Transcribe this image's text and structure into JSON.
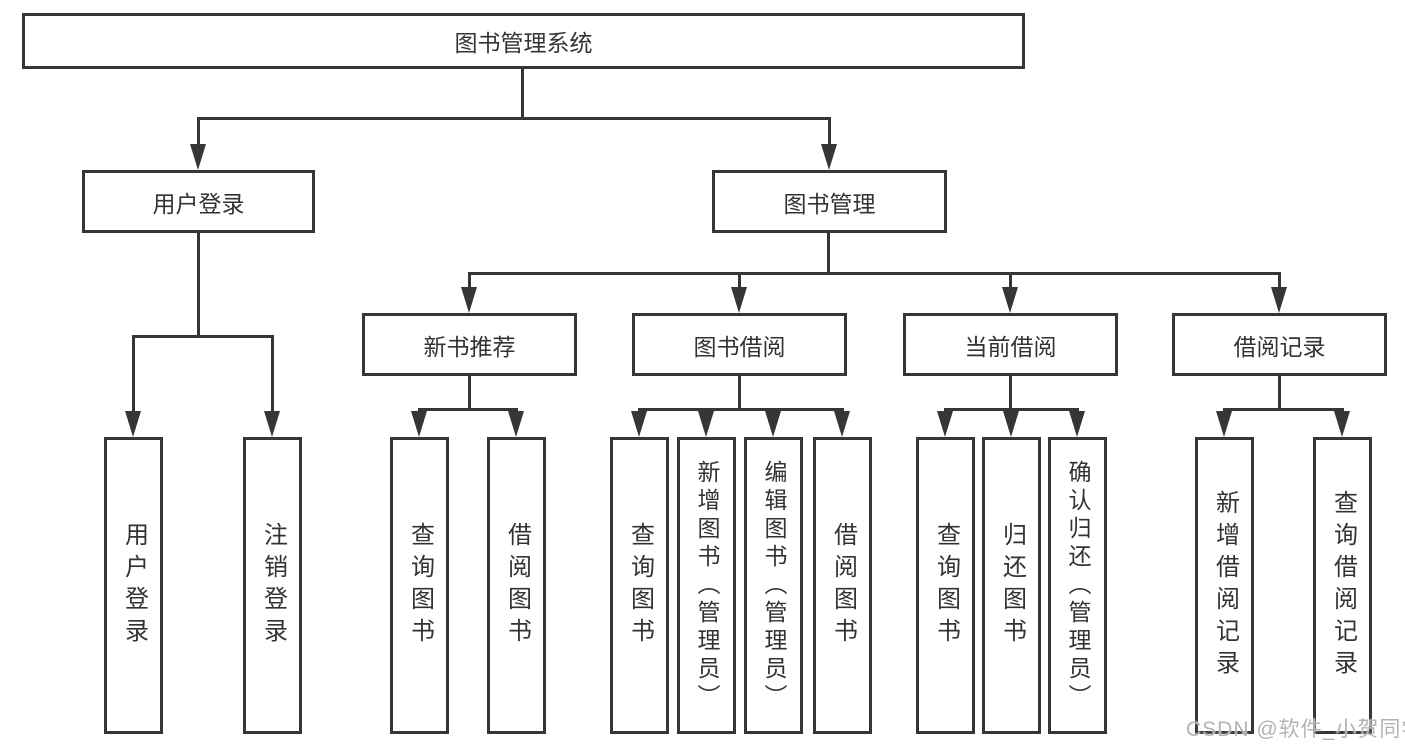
{
  "diagram": {
    "root": {
      "label": "图书管理系统"
    },
    "level2": [
      {
        "label": "用户登录"
      },
      {
        "label": "图书管理"
      }
    ],
    "level3": [
      {
        "label": "新书推荐"
      },
      {
        "label": "图书借阅"
      },
      {
        "label": "当前借阅"
      },
      {
        "label": "借阅记录"
      }
    ],
    "leaves": {
      "user": [
        {
          "label": "用户登录"
        },
        {
          "label": "注销登录"
        }
      ],
      "recommend": [
        {
          "label": "查询图书"
        },
        {
          "label": "借阅图书"
        }
      ],
      "borrow": [
        {
          "label": "查询图书"
        },
        {
          "label": "新增图书（管理员）"
        },
        {
          "label": "编辑图书（管理员）"
        },
        {
          "label": "借阅图书"
        }
      ],
      "current": [
        {
          "label": "查询图书"
        },
        {
          "label": "归还图书"
        },
        {
          "label": "确认归还（管理员）"
        }
      ],
      "records": [
        {
          "label": "新增借阅记录"
        },
        {
          "label": "查询借阅记录"
        }
      ]
    }
  },
  "watermark": {
    "text": "CSDN @软件_小贺同学"
  },
  "colors": {
    "line": "#363636",
    "text": "#333333",
    "watermark": "#b3b3b3",
    "background": "#ffffff"
  }
}
